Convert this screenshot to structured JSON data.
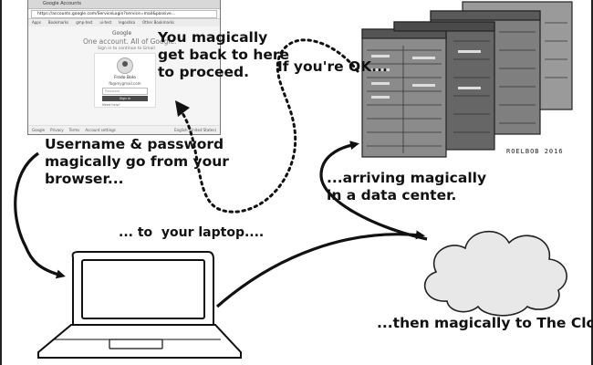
{
  "browser": {
    "tab_title": "Google Accounts",
    "url": "https://accounts.google.com/ServiceLogin?service=mail&passive...",
    "bookmarks": [
      "Apps",
      "Bookmarks",
      "gmp-test",
      "ui-test",
      "legoshka",
      "Other Bookmarks"
    ],
    "logo": "Google",
    "tagline": "One account. All of Google.",
    "subtitle": "Sign in to continue to Gmail",
    "user_name": "Frodo Bolo",
    "user_email": "fb@mygmail.com",
    "password_placeholder": "Password",
    "signin_label": "Sign in",
    "help_link": "Need help?",
    "footer_links": [
      "Google",
      "Privacy",
      "Terms",
      "Account settings"
    ],
    "language": "English (United States)"
  },
  "captions": {
    "back_here": "You magically\nget back to here\nto proceed.",
    "if_ok": "If you're OK...",
    "credentials": "Username & password\nmagically go from your\nbrowser...",
    "laptop": "... to  your laptop....",
    "data_center": "...arriving magically\nin a data center.",
    "cloud": "...then magically to The Cloud."
  },
  "signature": "ROELBOB 2016"
}
